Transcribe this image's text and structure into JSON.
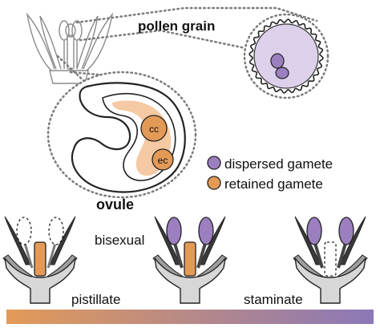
{
  "labels": {
    "pollen_grain": "pollen grain",
    "ovule": "ovule",
    "cc": "cc",
    "ec": "ec",
    "bisexual": "bisexual",
    "pistillate": "pistillate",
    "staminate": "staminate"
  },
  "legend": {
    "items": [
      {
        "label": "dispersed gamete",
        "color": "#9b7fbf"
      },
      {
        "label": "retained gamete",
        "color": "#e39a57"
      }
    ]
  },
  "colors": {
    "male": "#9b7fbf",
    "female": "#e39a57",
    "female_light": "#f4c9a3",
    "pollen_fill": "#dcd0ea",
    "organ_gray": "#9e9e9e",
    "floral_base": "#d7d7d7",
    "sketch_line": "#8a8a8a"
  },
  "gradient_bar": {
    "from": "#e39a57",
    "to": "#8b78b8"
  }
}
